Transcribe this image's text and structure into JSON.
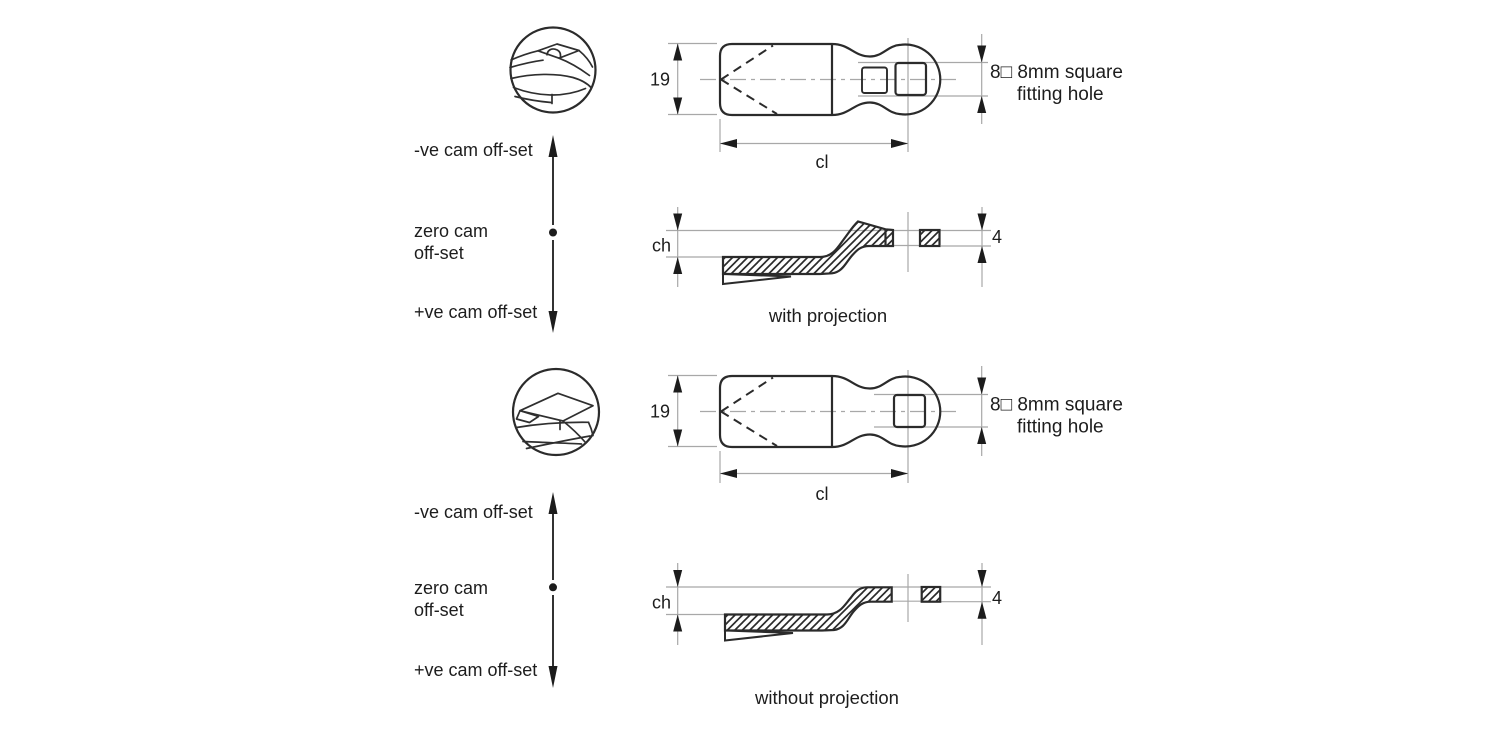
{
  "diagram": {
    "offset_scale": {
      "negative": "-ve cam off-set",
      "zero_line1": "zero cam",
      "zero_line2": "off-set",
      "positive": "+ve cam off-set"
    },
    "variants": [
      {
        "id": "with-projection",
        "caption": "with projection",
        "plan": {
          "width_dim": "19",
          "length_dim": "cl",
          "hole_note_line1": "8□ 8mm square",
          "hole_note_line2": "fitting hole"
        },
        "section": {
          "cam_height_dim": "ch",
          "thickness_dim": "4"
        }
      },
      {
        "id": "without-projection",
        "caption": "without projection",
        "plan": {
          "width_dim": "19",
          "length_dim": "cl",
          "hole_note_line1": "8□ 8mm square",
          "hole_note_line2": "fitting hole"
        },
        "section": {
          "cam_height_dim": "ch",
          "thickness_dim": "4"
        }
      }
    ]
  },
  "colors": {
    "line": "#2b2b2b",
    "dimension_line": "#a8a8a8",
    "background": "#ffffff"
  }
}
